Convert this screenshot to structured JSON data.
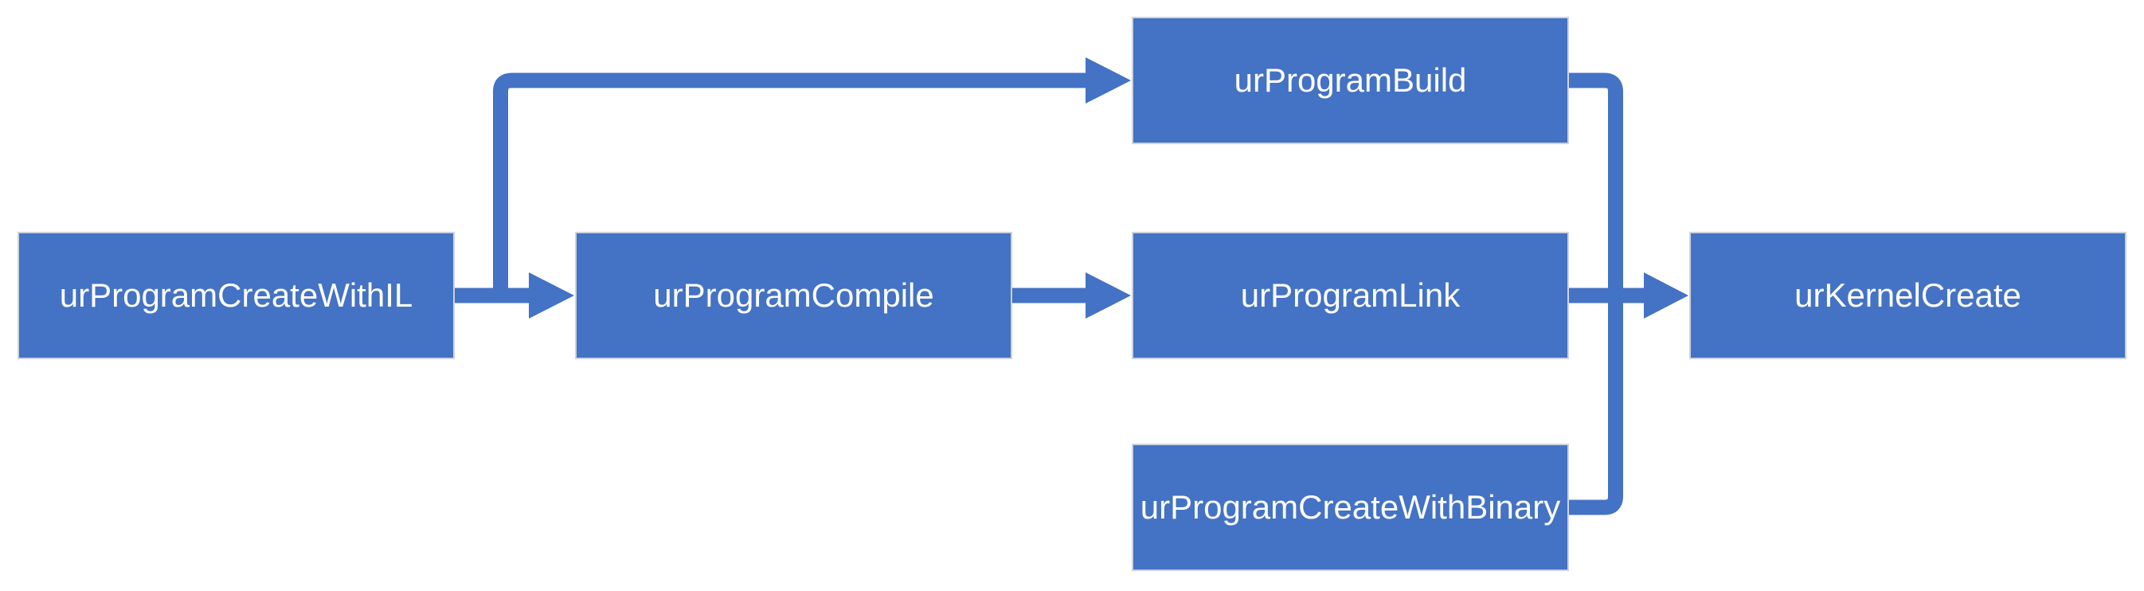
{
  "diagram": {
    "type": "flowchart",
    "accent_color": "#4472C4",
    "node_text_color": "#FFFFFF",
    "node_border_color": "#CDD2DC",
    "background_color": "#FFFFFF",
    "nodes": [
      {
        "id": "ur-program-create-with-il",
        "label": "urProgramCreateWithIL"
      },
      {
        "id": "ur-program-compile",
        "label": "urProgramCompile"
      },
      {
        "id": "ur-program-build",
        "label": "urProgramBuild"
      },
      {
        "id": "ur-program-link",
        "label": "urProgramLink"
      },
      {
        "id": "ur-program-create-with-binary",
        "label": "urProgramCreateWithBinary"
      },
      {
        "id": "ur-kernel-create",
        "label": "urKernelCreate"
      }
    ],
    "edges": [
      {
        "from": "urProgramCreateWithIL",
        "to": "urProgramCompile",
        "style": "arrow"
      },
      {
        "from": "urProgramCreateWithIL",
        "to": "urProgramBuild",
        "style": "arrow"
      },
      {
        "from": "urProgramCompile",
        "to": "urProgramLink",
        "style": "arrow"
      },
      {
        "from": "urProgramBuild",
        "to": "urKernelCreate",
        "style": "arrow"
      },
      {
        "from": "urProgramCreateWithBinary",
        "to": "urKernelCreate",
        "style": "arrow"
      },
      {
        "from": "urProgramLink",
        "to": "urKernelCreate",
        "style": "arrow"
      }
    ]
  }
}
